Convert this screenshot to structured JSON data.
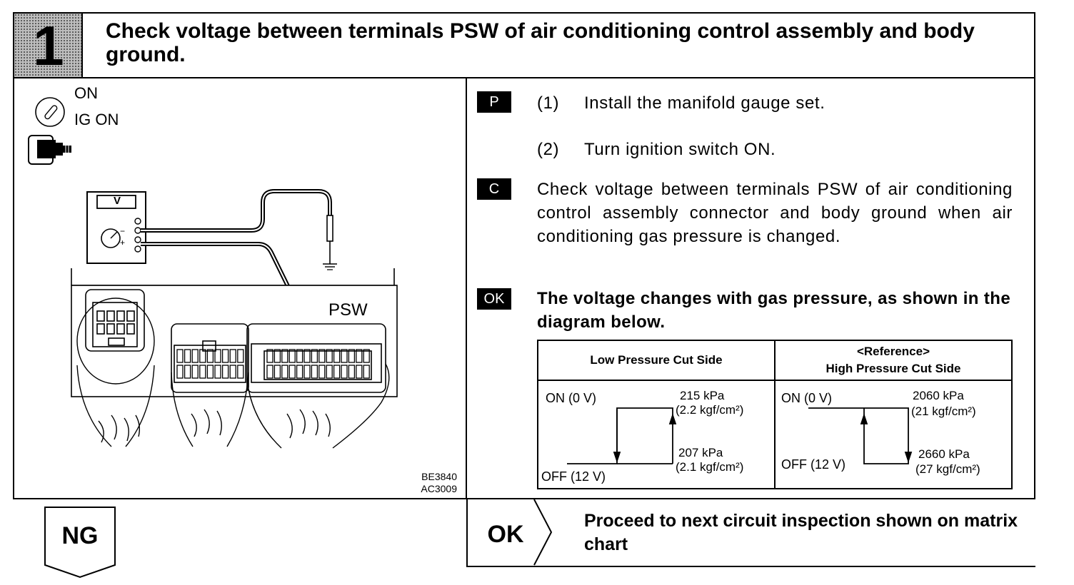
{
  "header": {
    "step_number": "1",
    "title": "Check voltage between terminals PSW of air conditioning control assembly and body ground."
  },
  "illustration": {
    "ignition_on": "ON",
    "ignition_ig_on": "IG ON",
    "icons": [
      "ignition-switch-icon",
      "connector-icon"
    ],
    "meter_label": "V",
    "terminal_label": "PSW",
    "figure_codes": [
      "BE3840",
      "AC3009"
    ]
  },
  "procedure": {
    "prepare_badge": "P",
    "steps": [
      {
        "num": "(1)",
        "text": "Install the manifold gauge set."
      },
      {
        "num": "(2)",
        "text": "Turn ignition switch ON."
      }
    ],
    "check_badge": "C",
    "check_text": "Check voltage between terminals PSW of air conditioning control assembly connector and body ground when air conditioning gas pressure is changed.",
    "ok_badge": "OK",
    "ok_text": "The voltage changes with gas pressure, as shown in the diagram below."
  },
  "pressure_table": {
    "low": {
      "header": "Low Pressure Cut Side",
      "on_label": "ON (0 V)",
      "off_label": "OFF (12 V)",
      "upper_kpa": "215 kPa",
      "upper_kgf": "(2.2 kgf/cm²)",
      "lower_kpa": "207 kPa",
      "lower_kgf": "(2.1 kgf/cm²)"
    },
    "high": {
      "header_ref": "<Reference>",
      "header": "High Pressure Cut Side",
      "on_label": "ON (0 V)",
      "off_label": "OFF (12 V)",
      "upper_kpa": "2060 kPa",
      "upper_kgf": "(21 kgf/cm²)",
      "lower_kpa": "2660 kPa",
      "lower_kgf": "(27 kgf/cm²)"
    }
  },
  "bottom": {
    "ng_label": "NG",
    "ok_label": "OK",
    "ok_action": "Proceed to next circuit inspection shown on matrix chart"
  }
}
